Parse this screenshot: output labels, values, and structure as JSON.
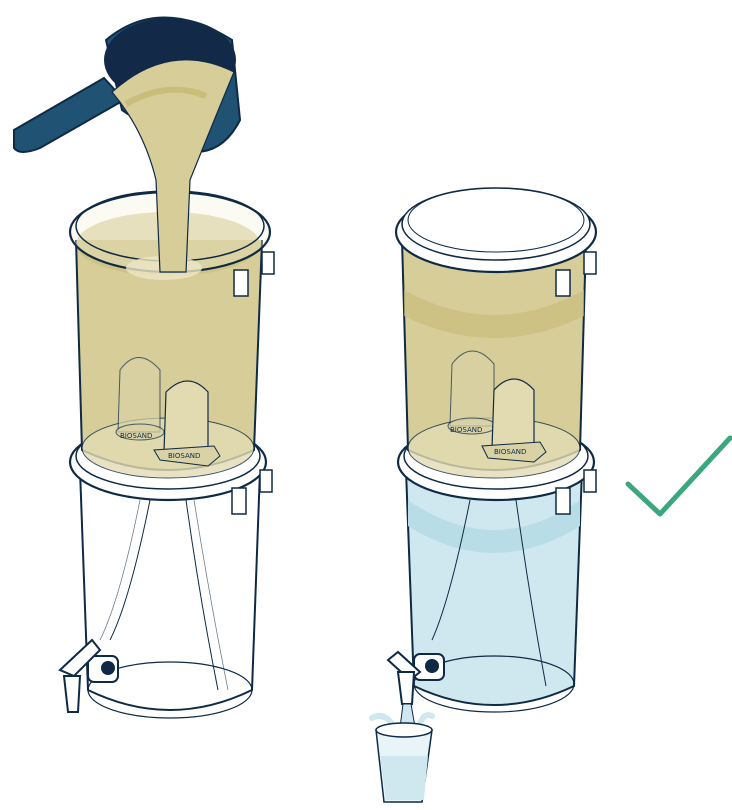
{
  "palette": {
    "outline": "#0e2a45",
    "dirty_water": "#d6cd98",
    "dirty_water_dark": "#c9bd7a",
    "clean_water": "#cfe8ef",
    "clean_water_band": "#b8dde6",
    "pitcher": "#1f5273",
    "pitcher_inner": "#122a47",
    "check": "#3aa77d"
  },
  "illustration": {
    "left_unit": {
      "state": "pouring-unfiltered-water",
      "filter_label": "BIOSAND"
    },
    "right_unit": {
      "state": "dispensing-clean-water",
      "filter_label": "BIOSAND"
    },
    "result_icon": "check-icon"
  }
}
